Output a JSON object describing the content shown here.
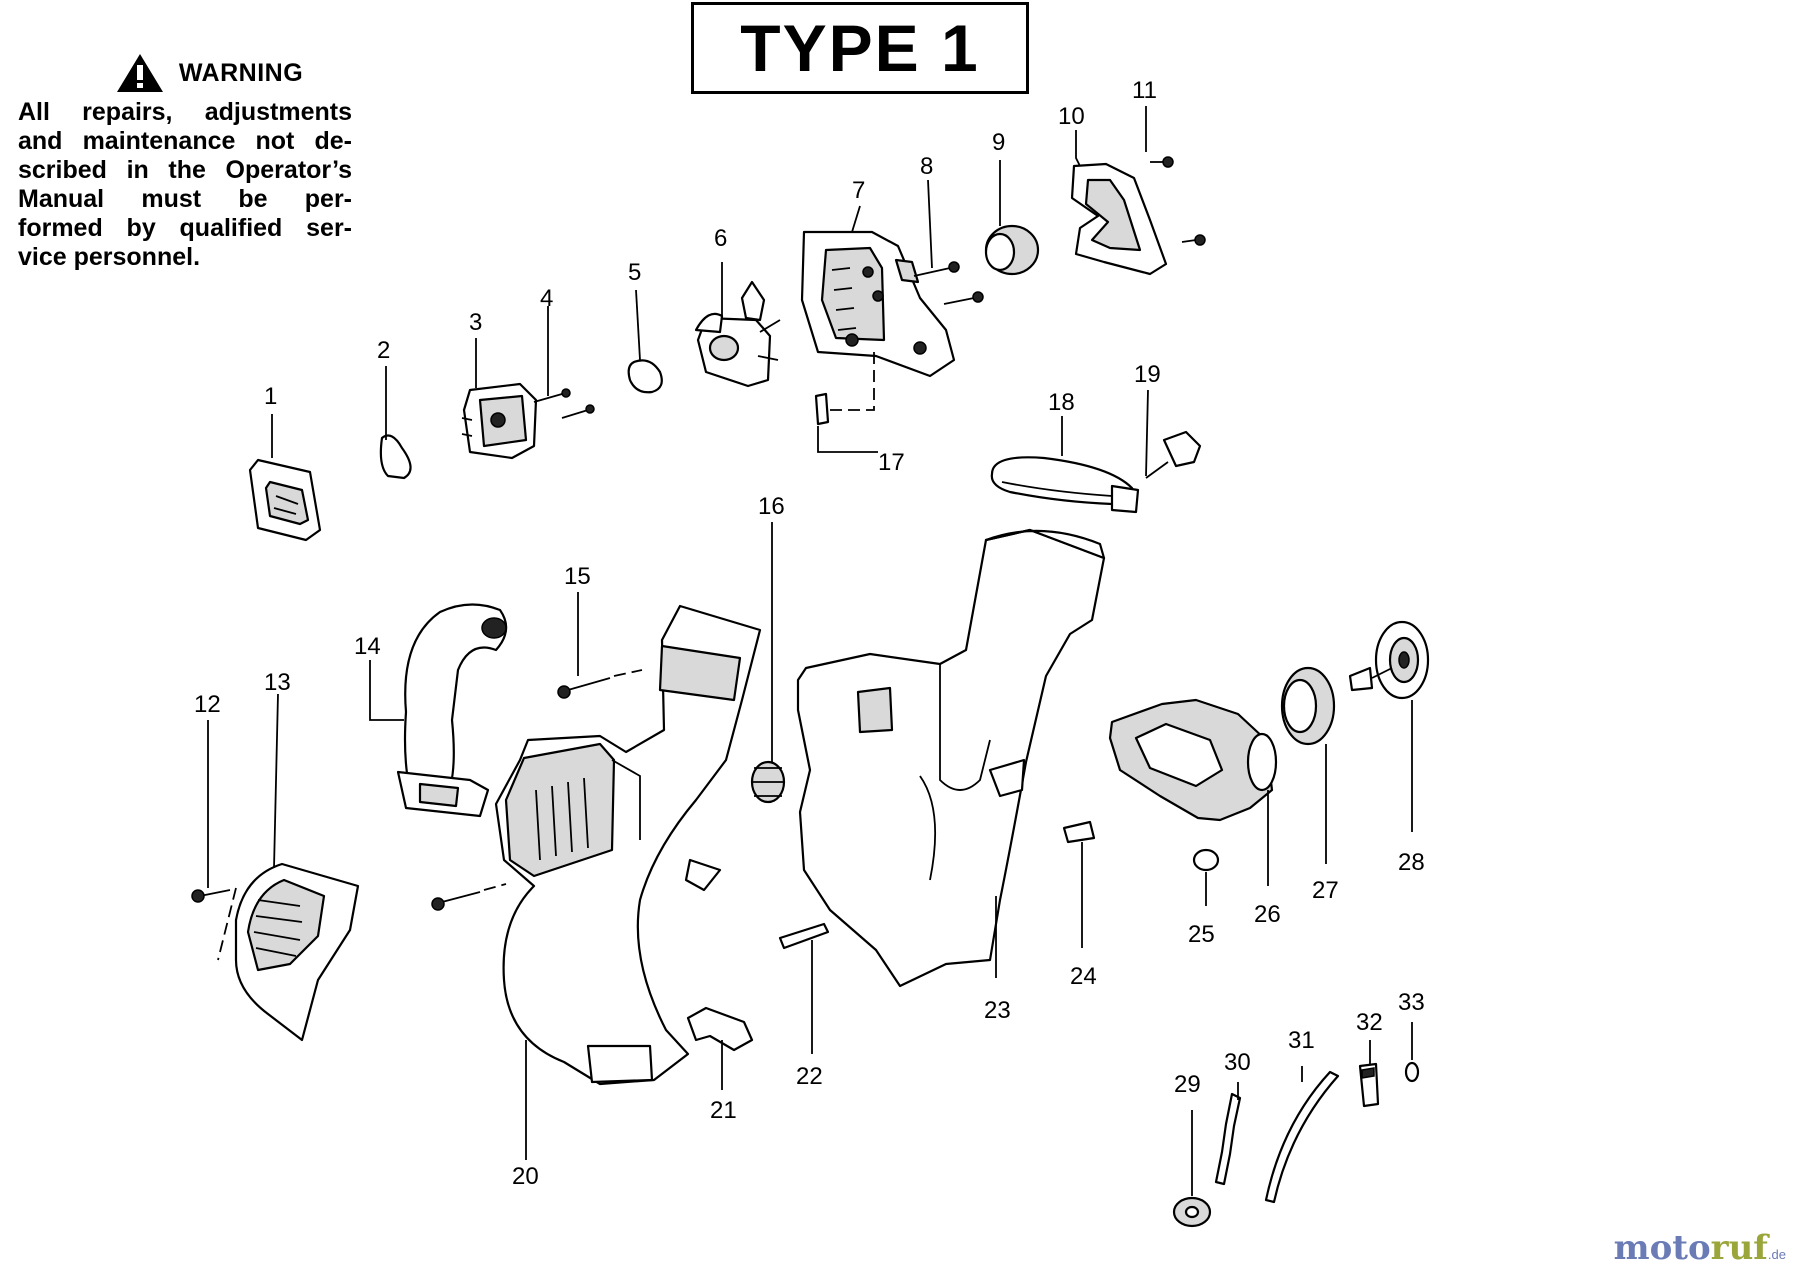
{
  "warning": {
    "title": "WARNING",
    "lines": [
      "All repairs, adjustments",
      "and maintenance not de-",
      "scribed in the Operator’s",
      "Manual must be per-",
      "formed by qualified ser-",
      "vice personnel."
    ]
  },
  "type_label": "TYPE 1",
  "brand": {
    "part1": "moto",
    "part2": "ruf",
    "suffix": ".de"
  },
  "callouts": [
    "1",
    "2",
    "3",
    "4",
    "5",
    "6",
    "7",
    "8",
    "9",
    "10",
    "11",
    "12",
    "13",
    "14",
    "15",
    "16",
    "17",
    "18",
    "19",
    "20",
    "21",
    "22",
    "23",
    "24",
    "25",
    "26",
    "27",
    "28",
    "29",
    "30",
    "31",
    "32",
    "33"
  ],
  "icons": {
    "warning": "warning-triangle-icon"
  }
}
